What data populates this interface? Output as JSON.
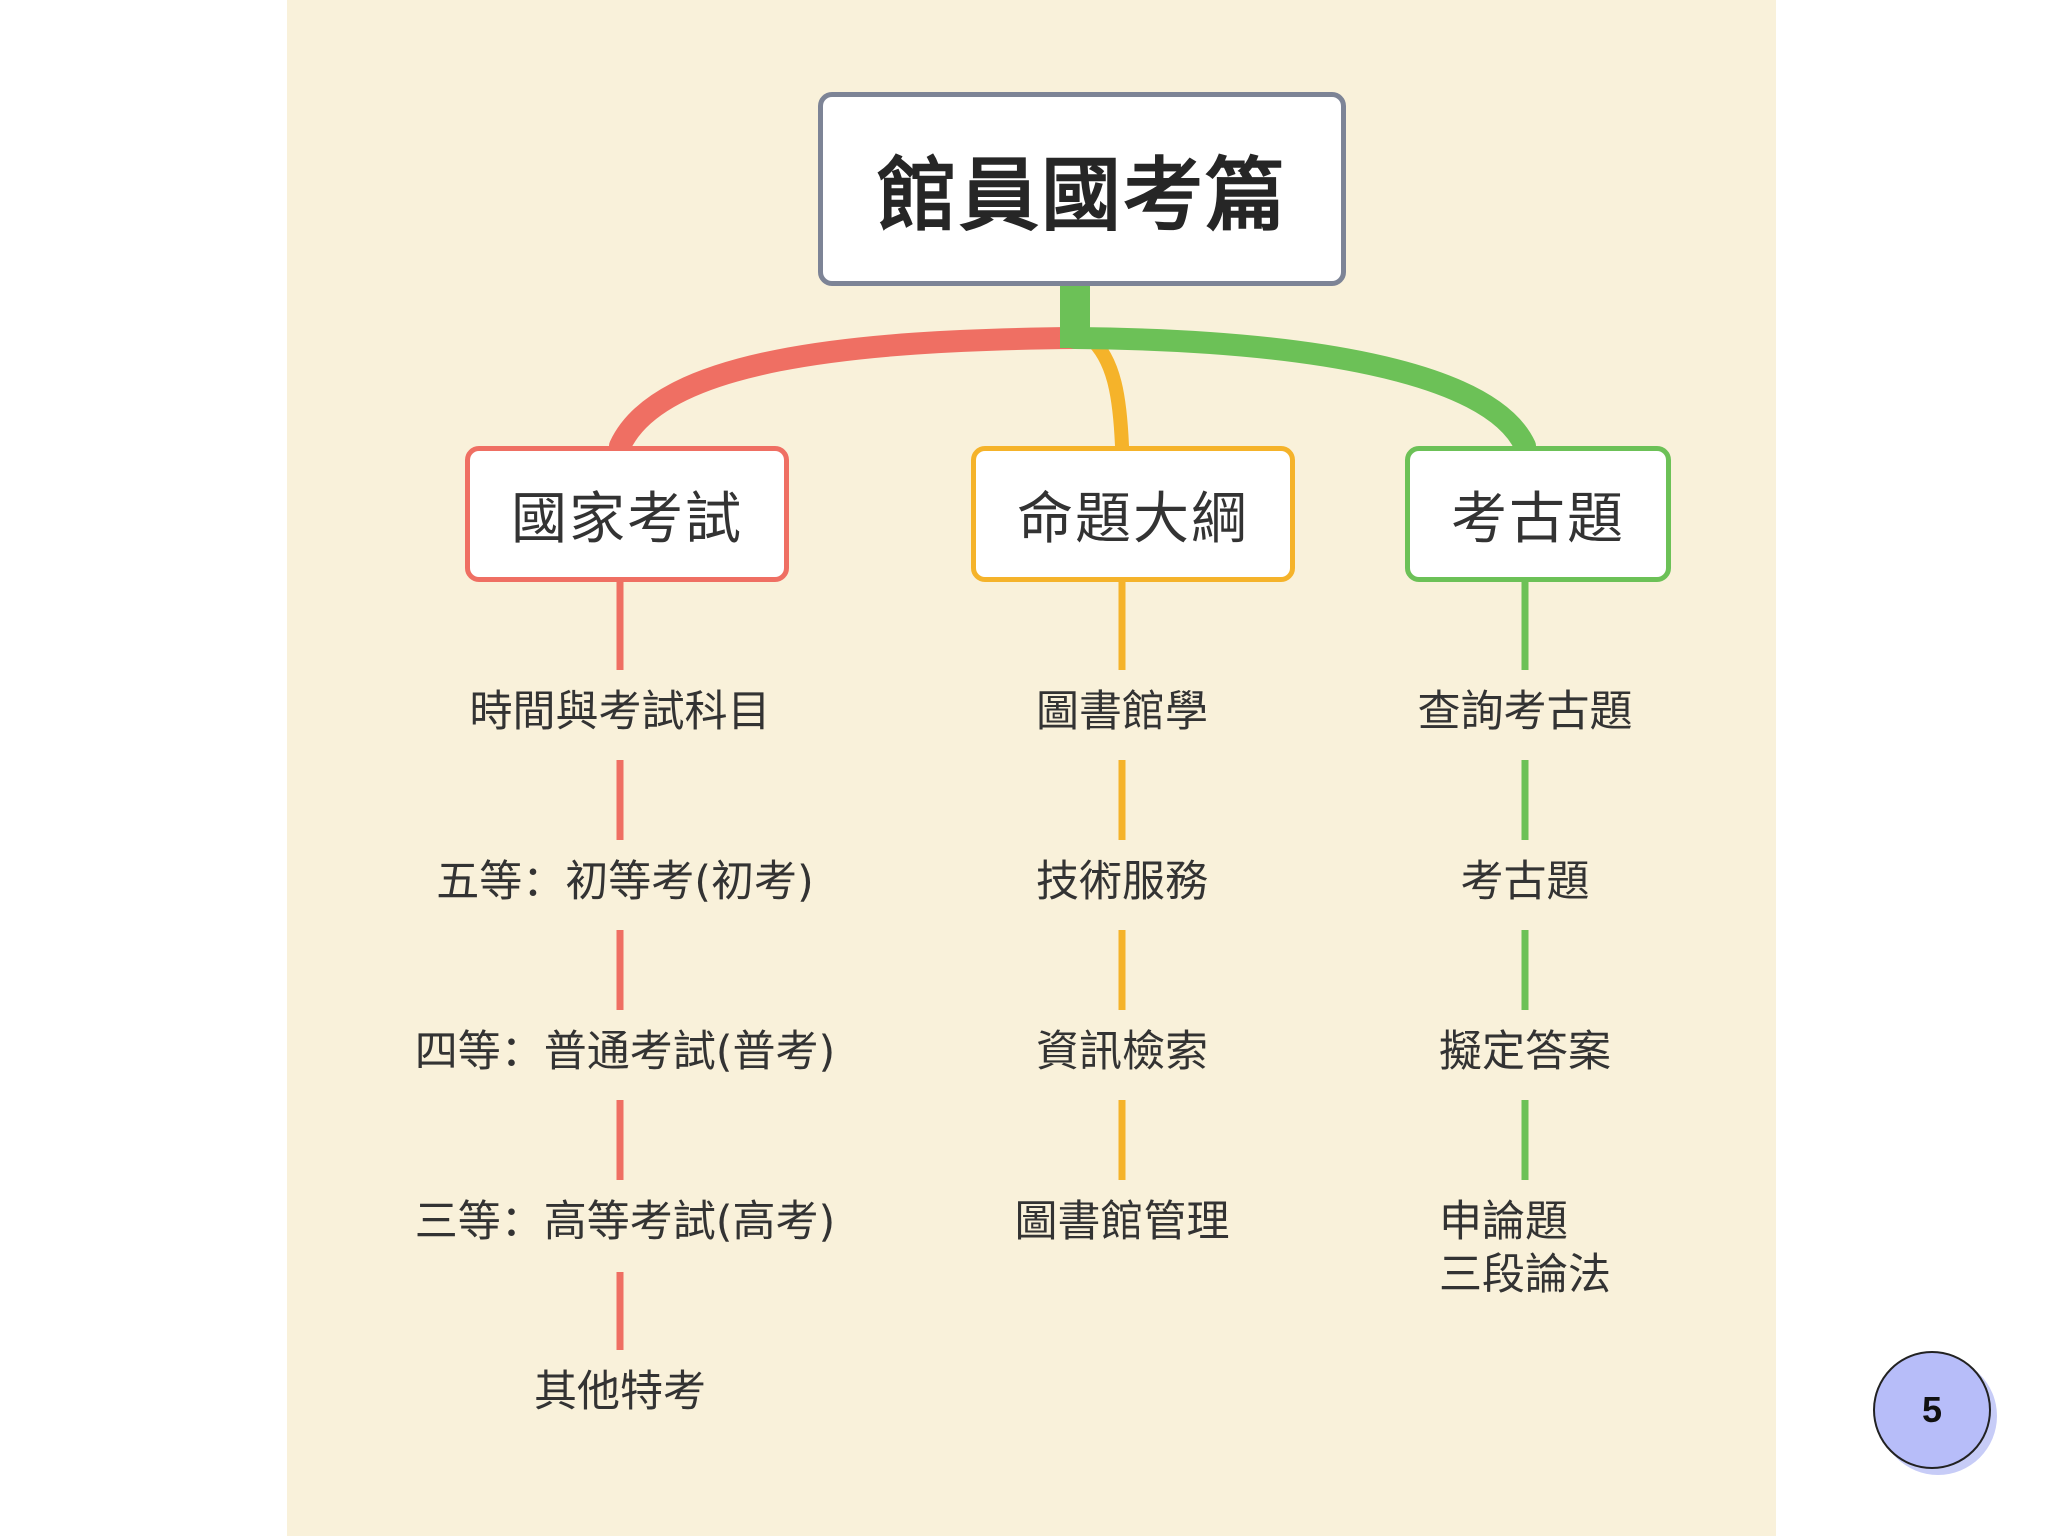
{
  "root": {
    "title": "館員國考篇"
  },
  "branches": [
    {
      "title": "國家考試",
      "color": "#ef6f63",
      "items": [
        "時間與考試科目",
        "五等：初等考(初考)",
        "四等：普通考試(普考)",
        "三等：高等考試(高考)",
        "其他特考"
      ]
    },
    {
      "title": "命題大綱",
      "color": "#f5b32a",
      "items": [
        "圖書館學",
        "技術服務",
        "資訊檢索",
        "圖書館管理"
      ]
    },
    {
      "title": "考古題",
      "color": "#6cc157",
      "items": [
        "查詢考古題",
        "考古題",
        "擬定答案",
        "申論題",
        "三段論法"
      ]
    }
  ],
  "page_number": "5"
}
